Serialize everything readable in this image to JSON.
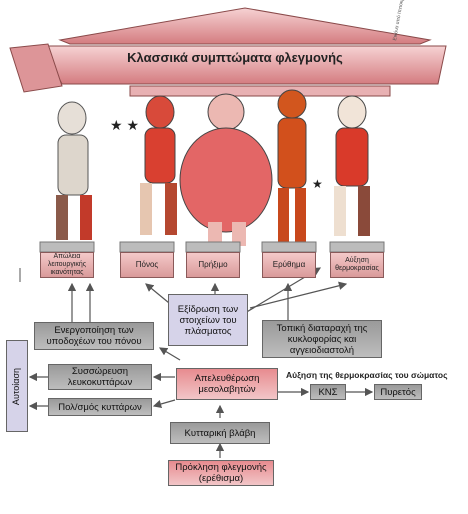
{
  "title": "Κλασσικά συμπτώματα φλεγμονής",
  "watermark": "Εικόνα από Ιπποκράτειο",
  "symptoms": [
    "Απώλεια λειτουργικής ικανότητας",
    "Πόνος",
    "Πρήξιμο",
    "Ερύθημα",
    "Αύξηση θερμοκρασίας"
  ],
  "boxes": {
    "pain_receptors": "Ενεργοποίηση των υποδοχέων του πόνου",
    "plasma_exudation": "Εξίδρωση των στοιχείων του πλάσματος",
    "local_circulation": "Τοπική διαταραχή της κυκλοφορίας και αγγειοδιαστολή",
    "leukocytes": "Συσσώρευση λευκοκυττάρων",
    "mediators": "Απελευθέρωση μεσολαβητών",
    "cell_multiplication": "Πολ/σμός κυττάρων",
    "cell_damage": "Κυτταρική βλάβη",
    "trigger": "Πρόκληση φλεγμονής (ερέθισμα)",
    "kns": "ΚΝΣ",
    "fever": "Πυρετός",
    "healing": "Αυτοίαση"
  },
  "temperature_note": "Αύξηση της θερμοκρασίας του σώματος",
  "colors": {
    "roof_top": "#f3c9cb",
    "roof_bottom": "#d9878a",
    "box_grey": "#a9a9a9",
    "box_pink": "#e79a9d",
    "box_lavender": "#d6d3e9",
    "arrow": "#555555"
  }
}
